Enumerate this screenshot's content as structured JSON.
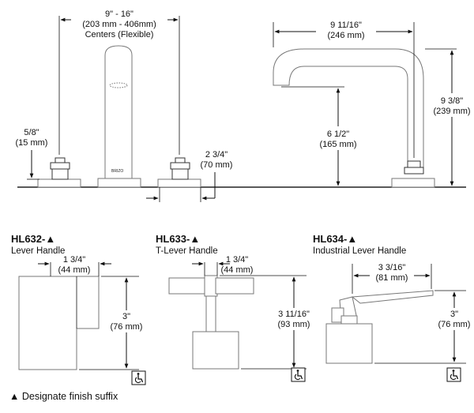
{
  "top": {
    "centers": {
      "line1": "9\" - 16\"",
      "line2": "(203 mm - 406mm)",
      "line3": "Centers (Flexible)"
    },
    "base_height": {
      "line1": "5/8\"",
      "line2": "(15 mm)"
    },
    "handle_offset": {
      "line1": "2 3/4\"",
      "line2": "(70 mm)"
    },
    "spout_reach": {
      "line1": "9 11/16\"",
      "line2": "(246 mm)"
    },
    "spout_clearance": {
      "line1": "6 1/2\"",
      "line2": "(165 mm)"
    },
    "spout_height": {
      "line1": "9 3/8\"",
      "line2": "(239 mm)"
    },
    "spout_logo": "BRIZO"
  },
  "handles": [
    {
      "model": "HL632-▲",
      "name": "Lever Handle",
      "width": {
        "line1": "1 3/4\"",
        "line2": "(44 mm)"
      },
      "height": {
        "line1": "3\"",
        "line2": "(76 mm)"
      }
    },
    {
      "model": "HL633-▲",
      "name": "T-Lever Handle",
      "width": {
        "line1": "1 3/4\"",
        "line2": "(44 mm)"
      },
      "height": {
        "line1": "3 11/16\"",
        "line2": "(93 mm)"
      }
    },
    {
      "model": "HL634-▲",
      "name": "Industrial Lever Handle",
      "width": {
        "line1": "3 3/16\"",
        "line2": "(81 mm)"
      },
      "height": {
        "line1": "3\"",
        "line2": "(76 mm)"
      }
    }
  ],
  "footnote": "▲ Designate finish suffix",
  "icons": [
    "ada-accessible-icon"
  ]
}
